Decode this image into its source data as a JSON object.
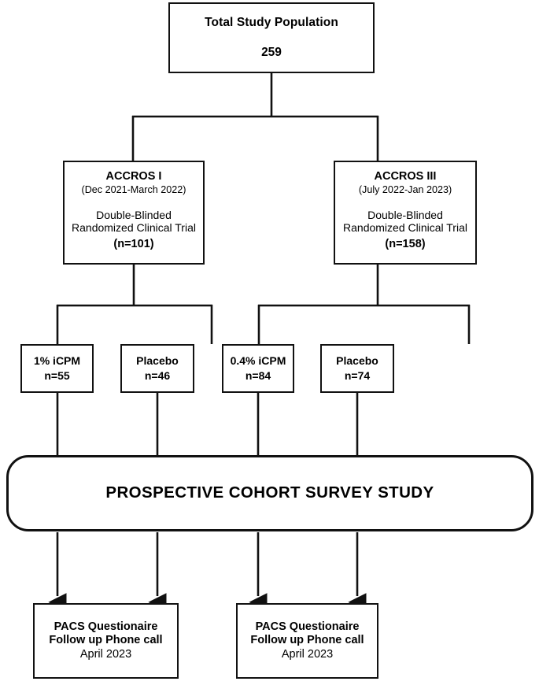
{
  "diagram": {
    "type": "study-flow-chart",
    "stroke_color": "#111111",
    "background_color": "#ffffff",
    "nodes": {
      "total": {
        "title": "Total Study Population",
        "count": "259"
      },
      "trials": [
        {
          "name": "ACCROS I",
          "dates": "(Dec 2021-March 2022)",
          "design_line1": "Double-Blinded",
          "design_line2": "Randomized Clinical Trial",
          "n": "(n=101)"
        },
        {
          "name": "ACCROS III",
          "dates": "(July 2022-Jan 2023)",
          "design_line1": "Double-Blinded",
          "design_line2": "Randomized Clinical Trial",
          "n": "(n=158)"
        }
      ],
      "arms": [
        {
          "label": "1% iCPM",
          "n": "n=55"
        },
        {
          "label": "Placebo",
          "n": "n=46"
        },
        {
          "label": "0.4% iCPM",
          "n": "n=84"
        },
        {
          "label": "Placebo",
          "n": "n=74"
        }
      ],
      "survey": {
        "label": "PROSPECTIVE COHORT SURVEY STUDY"
      },
      "outcomes": [
        {
          "line1": "PACS Questionaire",
          "line2": "Follow up Phone call",
          "line3": "April 2023"
        },
        {
          "line1": "PACS Questionaire",
          "line2": "Follow up Phone call",
          "line3": "April 2023"
        }
      ]
    }
  }
}
